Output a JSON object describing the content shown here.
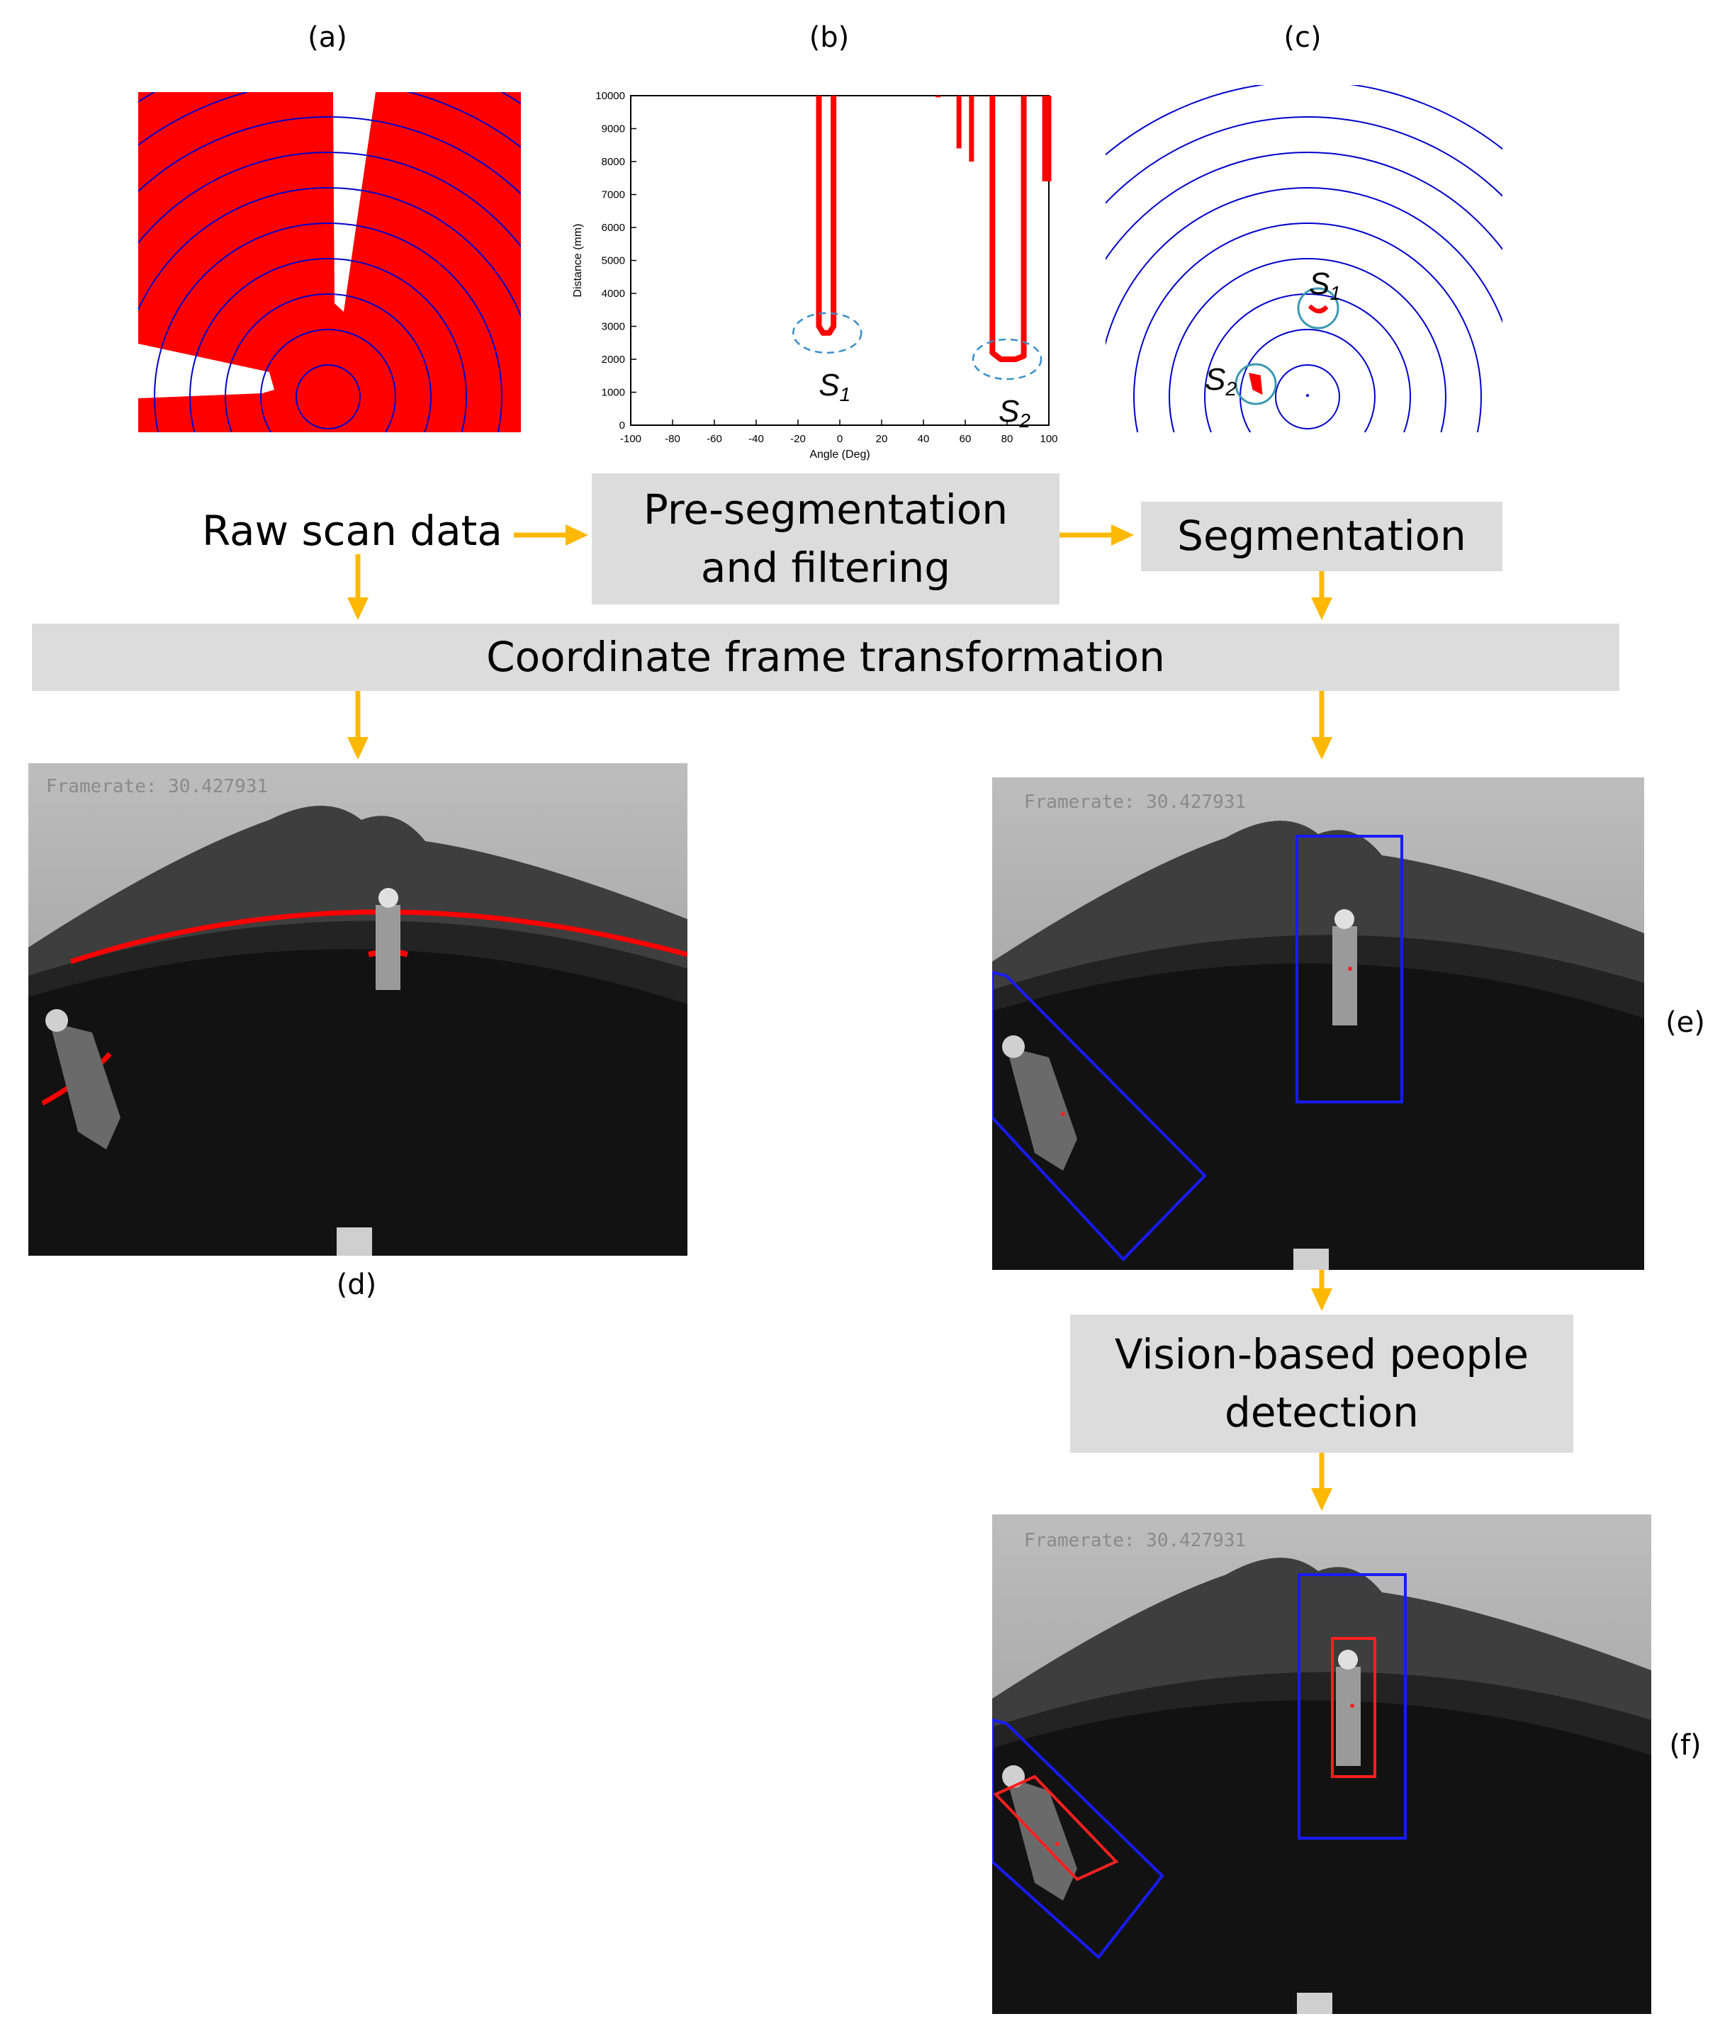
{
  "labels": {
    "a": "(a)",
    "b": "(b)",
    "c": "(c)",
    "d": "(d)",
    "e": "(e)",
    "f": "(f)"
  },
  "flow": {
    "raw": "Raw scan data",
    "preseg_line1": "Pre-segmentation",
    "preseg_line2": "and filtering",
    "segmentation": "Segmentation",
    "coord": "Coordinate frame transformation",
    "vision_line1": "Vision-based people",
    "vision_line2": "detection"
  },
  "segments": {
    "s1": "S",
    "s1_sub": "1",
    "s2": "S",
    "s2_sub": "2"
  },
  "photo": {
    "framerate": "Framerate: 30.427931"
  },
  "colors": {
    "scan_fill": "#ff0000",
    "ring": "#0000cc",
    "arrow": "#ffb800",
    "box_fill": "#dcdcdc",
    "bbox_blue": "#1a1aff",
    "bbox_red": "#ff2020"
  },
  "chart_data": {
    "type": "line",
    "xlabel": "Angle (Deg)",
    "ylabel": "Distance (mm)",
    "xlim": [
      -100,
      100
    ],
    "ylim": [
      0,
      10000
    ],
    "xticks": [
      -100,
      -80,
      -60,
      -40,
      -20,
      0,
      20,
      40,
      60,
      80,
      100
    ],
    "yticks": [
      0,
      1000,
      2000,
      3000,
      4000,
      5000,
      6000,
      7000,
      8000,
      9000,
      10000
    ],
    "grid": false,
    "series": [
      {
        "values": [
          {
            "x": -10,
            "y": 10000
          },
          {
            "x": -10,
            "y": 3000
          },
          {
            "x": -8,
            "y": 2800
          },
          {
            "x": -5,
            "y": 2800
          },
          {
            "x": -3,
            "y": 3000
          },
          {
            "x": -3,
            "y": 10000
          }
        ]
      },
      {
        "values": [
          {
            "x": 73,
            "y": 10000
          },
          {
            "x": 73,
            "y": 2200
          },
          {
            "x": 77,
            "y": 2000
          },
          {
            "x": 84,
            "y": 2000
          },
          {
            "x": 88,
            "y": 2100
          },
          {
            "x": 88,
            "y": 10000
          }
        ]
      }
    ],
    "annotations": [
      {
        "label": "S1",
        "x": -6,
        "y": 2800
      },
      {
        "label": "S2",
        "x": 80,
        "y": 2000
      }
    ]
  }
}
